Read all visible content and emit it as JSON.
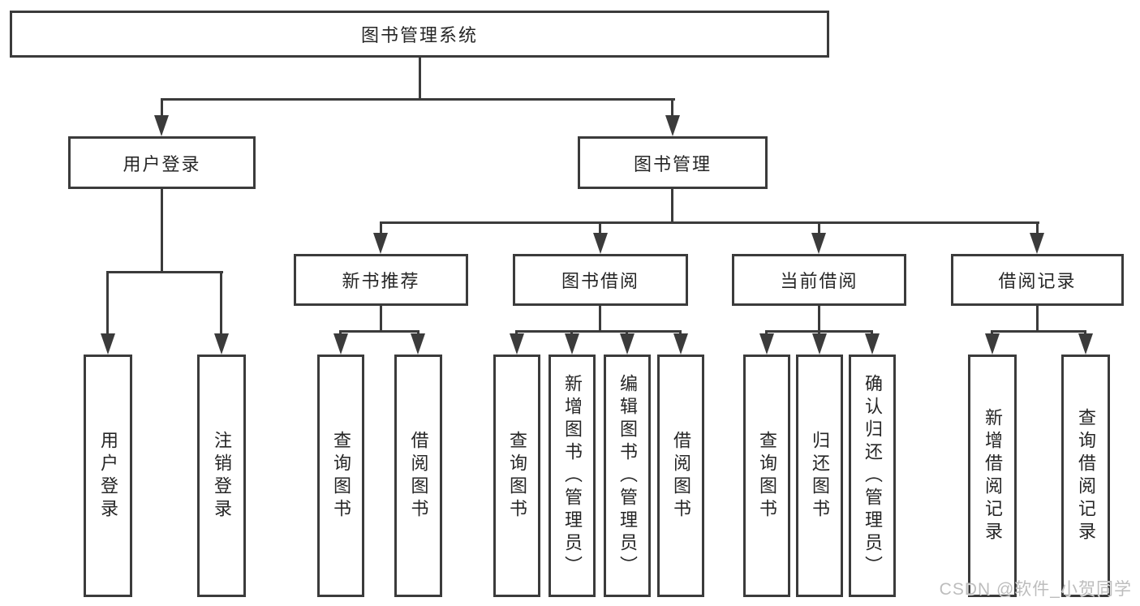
{
  "colors": {
    "line": "#3b3b3b",
    "text": "#262626",
    "background": "#ffffff",
    "watermark_color": "#bdbdbd"
  },
  "root": {
    "label": "图书管理系统"
  },
  "branches": [
    {
      "label": "用户登录",
      "leaves": [
        "用户登录",
        "注销登录"
      ]
    },
    {
      "label": "图书管理",
      "groups": [
        {
          "label": "新书推荐",
          "leaves": [
            "查询图书",
            "借阅图书"
          ]
        },
        {
          "label": "图书借阅",
          "leaves": [
            "查询图书",
            "新增图书（管理员）",
            "编辑图书（管理员）",
            "借阅图书"
          ]
        },
        {
          "label": "当前借阅",
          "leaves": [
            "查询图书",
            "归还图书",
            "确认归还（管理员）"
          ]
        },
        {
          "label": "借阅记录",
          "leaves": [
            "新增借阅记录",
            "查询借阅记录"
          ]
        }
      ]
    }
  ],
  "watermark": "CSDN @软件_小贺同学"
}
